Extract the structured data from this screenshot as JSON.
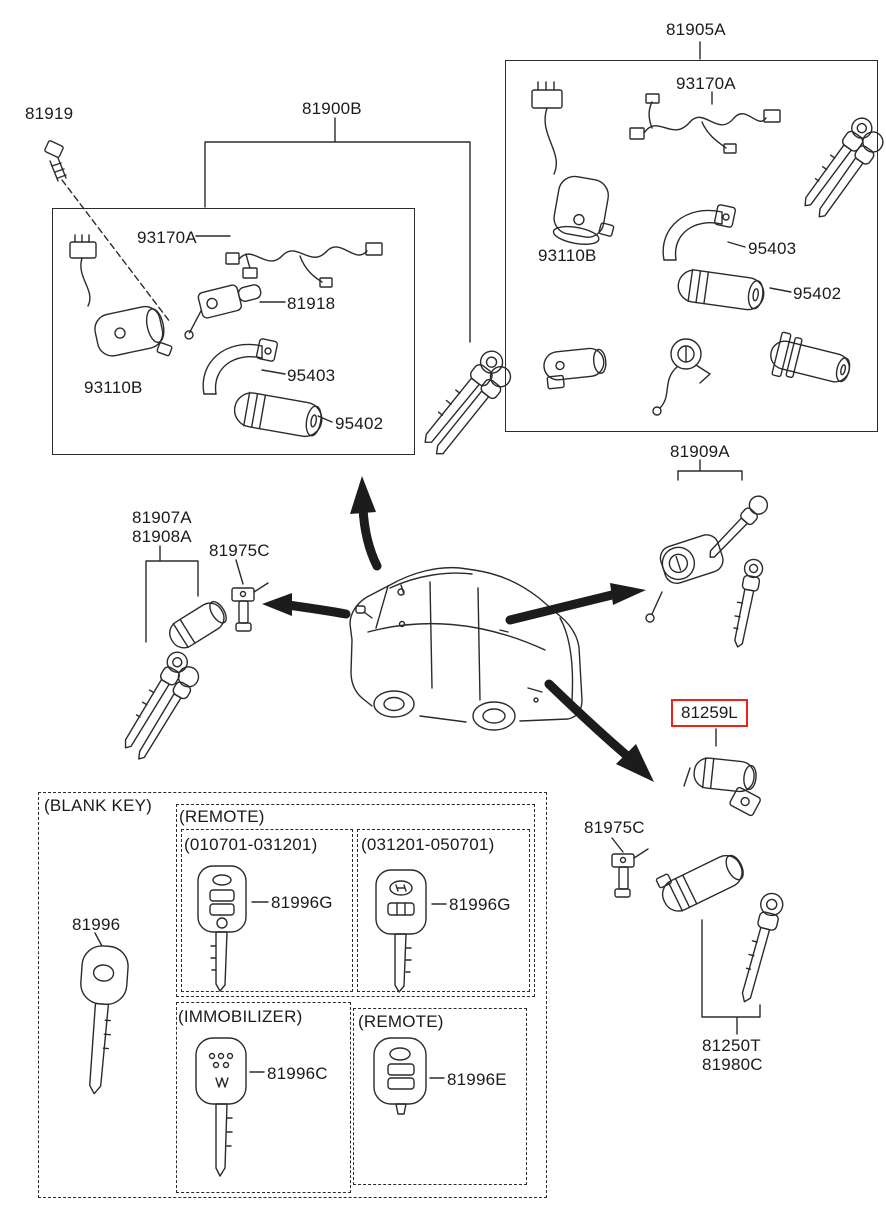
{
  "colors": {
    "line": "#2b2b2b",
    "highlight": "#e8231a",
    "background": "#ffffff"
  },
  "groups": {
    "steering_lock_a": {
      "label": "81900B",
      "bolt": "81919",
      "harness": "93170A",
      "switch": "81918",
      "ignition": "93110B",
      "clamp": "95403",
      "cylinder": "95402"
    },
    "steering_lock_b": {
      "label": "81905A",
      "harness": "93170A",
      "ignition": "93110B",
      "clamp": "95403",
      "cylinder": "95402"
    },
    "front_door_left": {
      "label_1": "81907A",
      "label_2": "81908A",
      "clip": "81975C"
    },
    "front_door_right": {
      "label": "81909A"
    },
    "tailgate": {
      "highlight": "81259L",
      "clip": "81975C",
      "label_1": "81250T",
      "label_2": "81980C"
    },
    "keys": {
      "blank_header": "(BLANK KEY)",
      "blank": "81996",
      "remote_header": "(REMOTE)",
      "remote_range_a": "(010701-031201)",
      "remote_range_b": "(031201-050701)",
      "remote_a": "81996G",
      "remote_b": "81996G",
      "immobilizer_header": "(IMMOBILIZER)",
      "immobilizer": "81996C",
      "remote_e_header": "(REMOTE)",
      "remote_e": "81996E"
    }
  }
}
